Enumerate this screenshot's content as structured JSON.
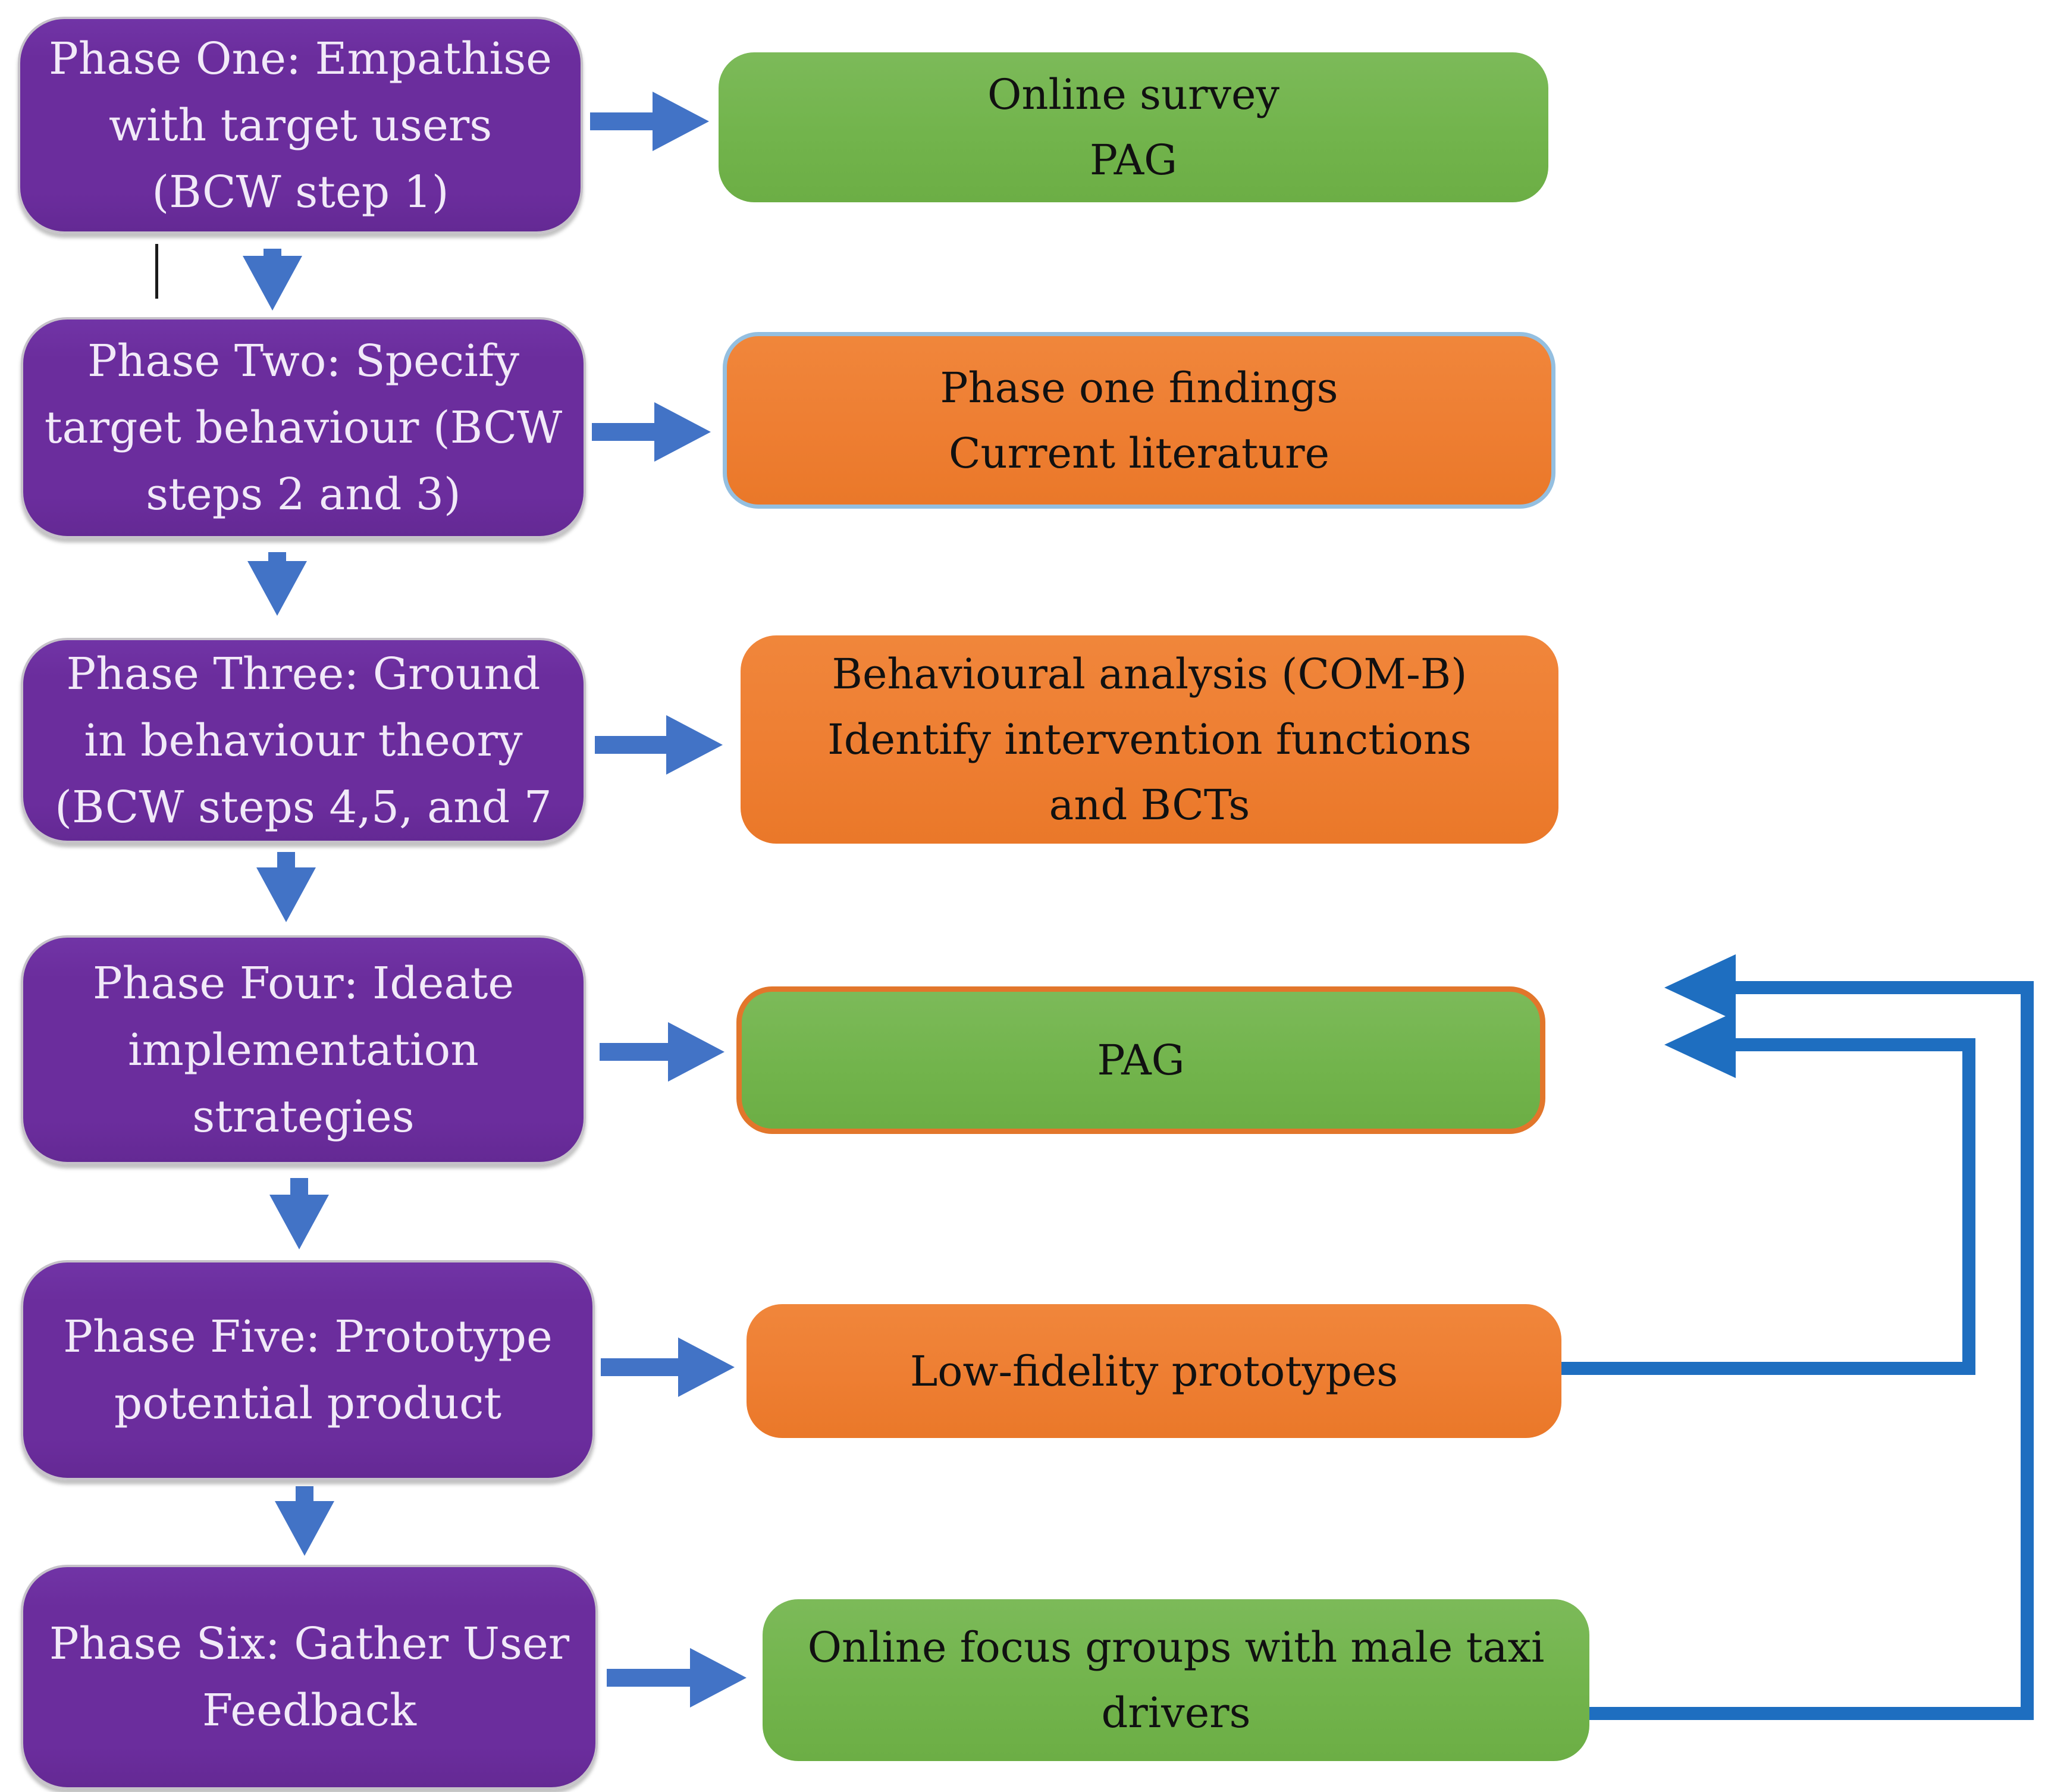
{
  "figure": {
    "title": "Design-thinking / Behaviour Change Wheel study phases flowchart",
    "background": "#ffffff",
    "colors": {
      "phase_fill": "#6B2D9D",
      "phase_text": "#F1E9F8",
      "green_fill": "#72B44C",
      "orange_fill": "#EE7E32",
      "method_text": "#111111",
      "arrow_blue": "#4273C6",
      "loop_blue": "#1E6EC0",
      "light_blue_border": "#94BFE0",
      "orange_border": "#E2762B"
    },
    "phases": [
      {
        "lines": [
          "Phase One: Empathise",
          "with target users",
          "(BCW step 1)"
        ]
      },
      {
        "lines": [
          "Phase Two: Specify",
          "target behaviour (BCW",
          "steps 2 and 3)"
        ]
      },
      {
        "lines": [
          "Phase Three: Ground",
          "in behaviour theory",
          "(BCW steps 4,5, and 7"
        ]
      },
      {
        "lines": [
          "Phase Four: Ideate",
          "implementation",
          "strategies"
        ]
      },
      {
        "lines": [
          "Phase Five: Prototype",
          "potential product"
        ]
      },
      {
        "lines": [
          "Phase Six: Gather User",
          "Feedback"
        ]
      }
    ],
    "methods": [
      {
        "lines": [
          "Online survey",
          "PAG"
        ],
        "fill": "green"
      },
      {
        "lines": [
          "Phase one findings",
          "Current literature"
        ],
        "fill": "orange",
        "border": "light-blue"
      },
      {
        "lines": [
          "Behavioural analysis (COM-B)",
          "Identify intervention functions",
          "and BCTs"
        ],
        "fill": "orange"
      },
      {
        "lines": [
          "PAG"
        ],
        "fill": "green",
        "border": "orange"
      },
      {
        "lines": [
          "Low-fidelity prototypes"
        ],
        "fill": "orange"
      },
      {
        "lines": [
          "Online focus groups with male taxi",
          "drivers"
        ],
        "fill": "green"
      }
    ]
  }
}
